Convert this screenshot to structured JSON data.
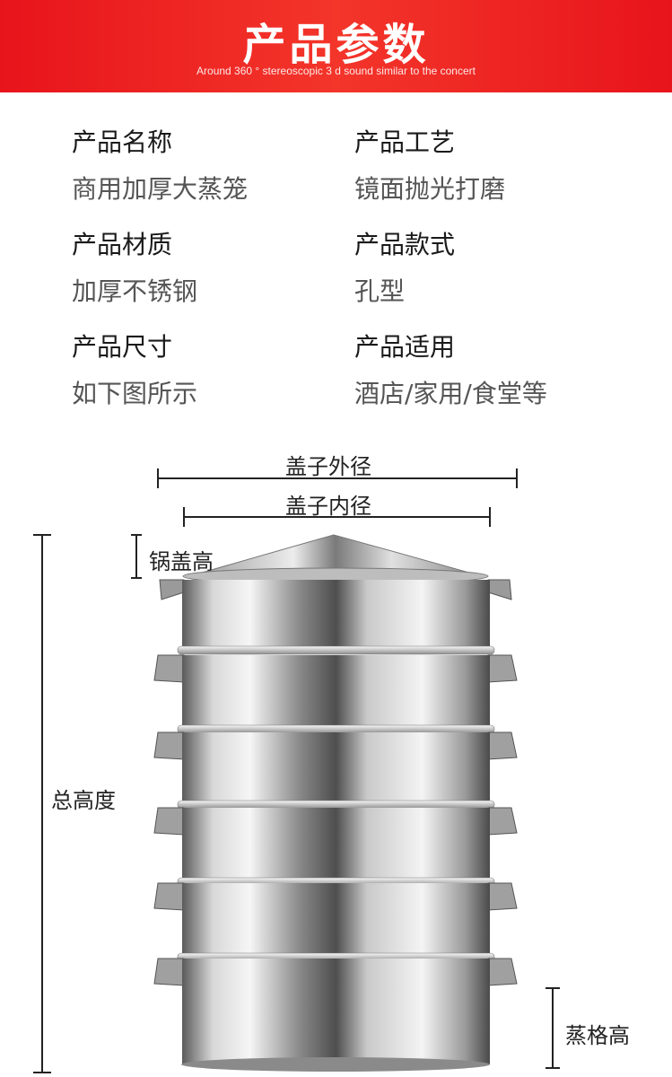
{
  "header": {
    "title": "产品参数",
    "subtitle": "Around 360 ° stereoscopic 3 d sound similar to the concert"
  },
  "specs": [
    {
      "label": "产品名称",
      "value": "商用加厚大蒸笼"
    },
    {
      "label": "产品工艺",
      "value": "镜面抛光打磨"
    },
    {
      "label": "产品材质",
      "value": "加厚不锈钢"
    },
    {
      "label": "产品款式",
      "value": "孔型"
    },
    {
      "label": "产品尺寸",
      "value": "如下图所示"
    },
    {
      "label": "产品适用",
      "value": "酒店/家用/食堂等"
    }
  ],
  "dimensions": {
    "lid_outer": "盖子外径",
    "lid_inner": "盖子内径",
    "lid_height": "锅盖高",
    "total_height": "总高度",
    "tier_height": "蒸格高"
  },
  "colors": {
    "banner": "#e8141b",
    "steel_light": "#f2f2f2",
    "steel_dark": "#6e6e6e"
  }
}
